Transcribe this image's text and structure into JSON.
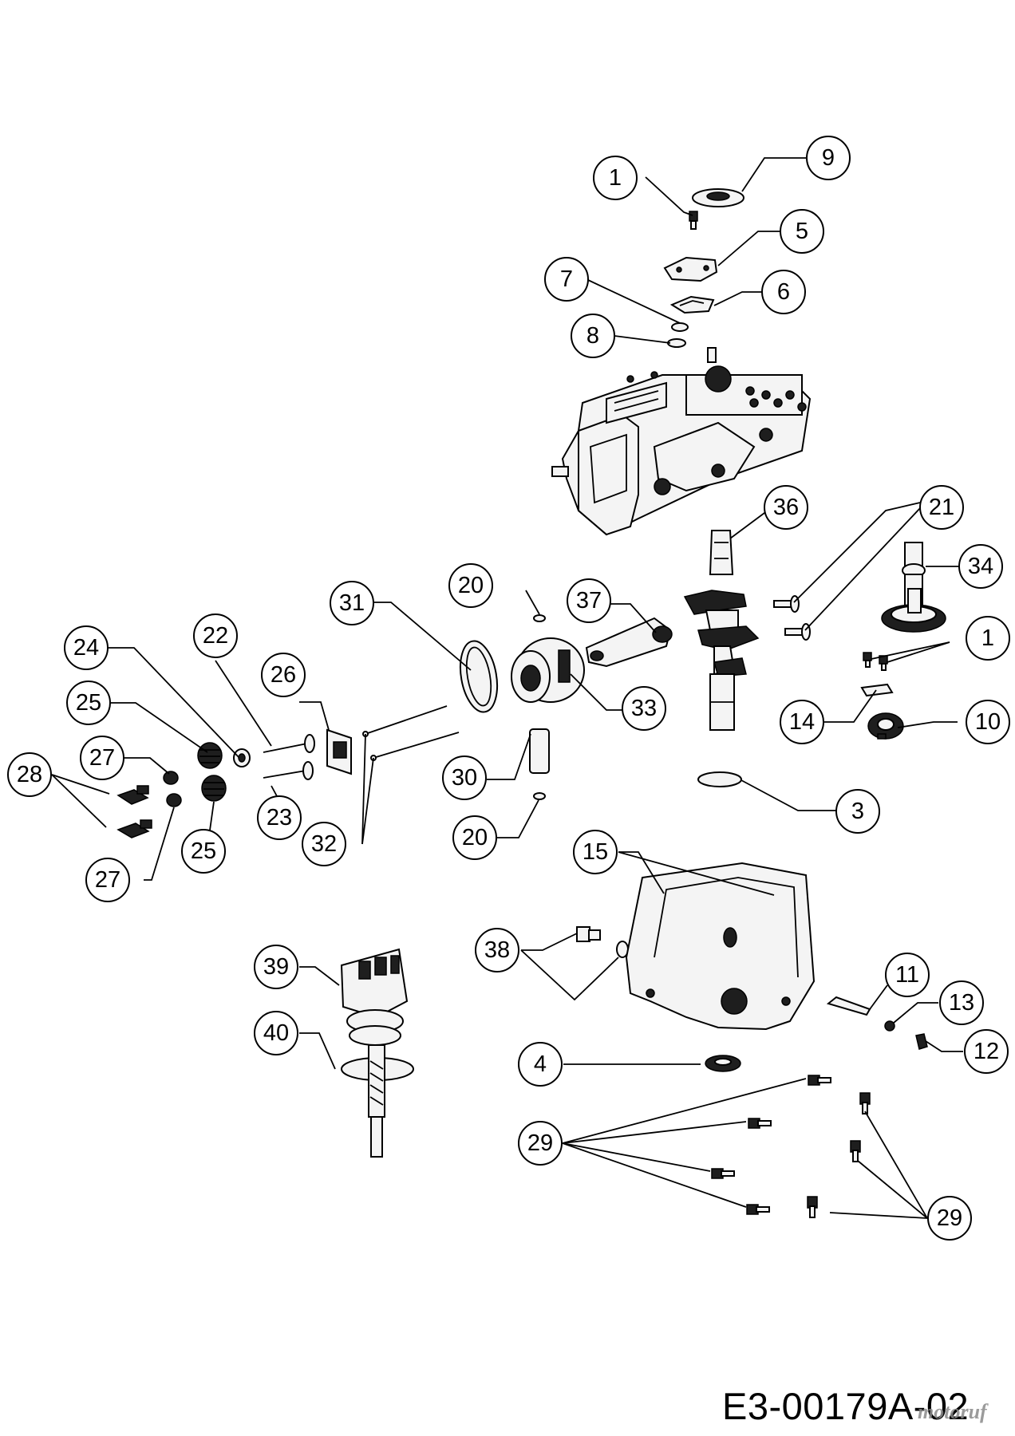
{
  "diagram": {
    "reference_code": "E3-00179A-02",
    "watermark": "motoruf"
  },
  "callouts": [
    "1",
    "9",
    "5",
    "7",
    "6",
    "8",
    "36",
    "21",
    "34",
    "20",
    "37",
    "1",
    "31",
    "33",
    "14",
    "10",
    "24",
    "22",
    "26",
    "25",
    "27",
    "30",
    "3",
    "28",
    "23",
    "32",
    "20",
    "25",
    "27",
    "15",
    "38",
    "11",
    "13",
    "39",
    "40",
    "12",
    "4",
    "29",
    "29"
  ]
}
